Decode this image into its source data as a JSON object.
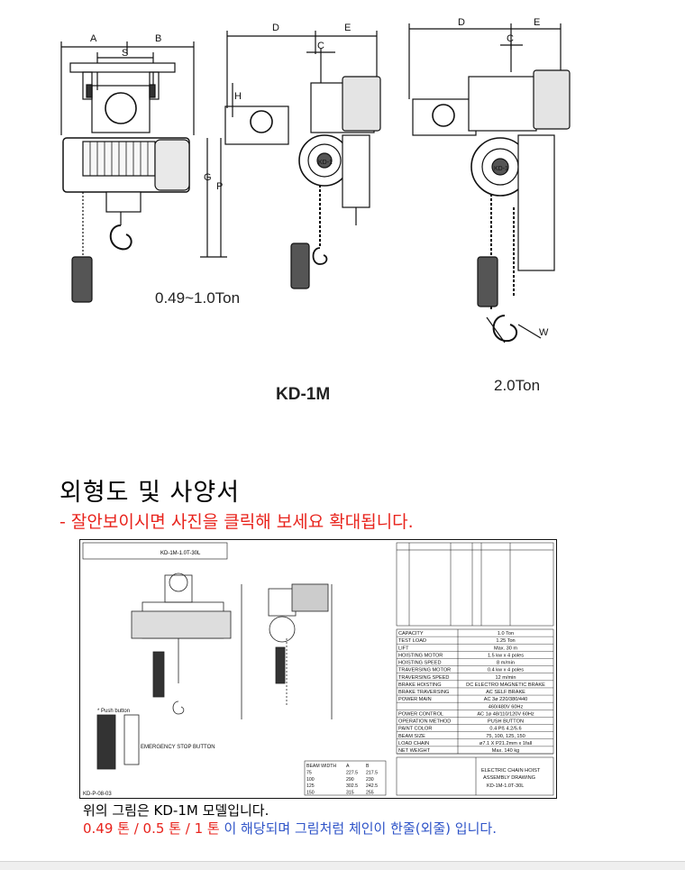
{
  "top_figure": {
    "dims": {
      "A": "A",
      "B": "B",
      "S": "S",
      "D": "D",
      "E": "E",
      "C": "C",
      "H": "H",
      "G": "G",
      "P": "P",
      "W": "W"
    },
    "range_label": "0.49~1.0Ton",
    "model_label": "KD-1M",
    "variant_label": "2.0Ton",
    "motor_plate": "KD-1"
  },
  "heading": "외형도 및 사양서",
  "subnote": "- 잘안보이시면 사진을 클릭해 보세요 확대됩니다.",
  "drawing": {
    "header_left": "KD-1M-1.0T-30L",
    "push_button": "* Push button",
    "emergency": "EMERGENCY STOP BUTTON",
    "footer_code": "KD-P-08-03",
    "specs": [
      {
        "k": "CAPACITY",
        "v": "1.0 Ton"
      },
      {
        "k": "TEST LOAD",
        "v": "1.25 Ton"
      },
      {
        "k": "LIFT",
        "v": "Max. 30 m"
      },
      {
        "k": "HOISTING MOTOR",
        "v": "1.5 kw x 4 poles"
      },
      {
        "k": "HOISTING SPEED",
        "v": "8 m/min"
      },
      {
        "k": "TRAVERSING MOTOR",
        "v": "0.4 kw x 4 poles"
      },
      {
        "k": "TRAVERSING SPEED",
        "v": "12 m/min"
      },
      {
        "k": "BRAKE HOISTING",
        "v": "DC ELECTRO MAGNETIC BRAKE"
      },
      {
        "k": "BRAKE TRAVERSING",
        "v": "AC SELF BRAKE"
      },
      {
        "k": "POWER MAIN",
        "v": "AC 3ø 220/380/440"
      },
      {
        "k": "",
        "v": "460/480V 60Hz"
      },
      {
        "k": "POWER CONTROL",
        "v": "AC 1ø 48/110/120V 60Hz"
      },
      {
        "k": "OPERATION METHOD",
        "v": "PUSH BUTTON"
      },
      {
        "k": "PAINT COLOR",
        "v": "0.4 Pß 4.2/5.6"
      },
      {
        "k": "BEAM SIZE",
        "v": "75, 100, 125, 150"
      },
      {
        "k": "LOAD CHAIN",
        "v": "ø7.1 X P21.2mm x 1fall"
      },
      {
        "k": "NET WEIGHT",
        "v": "Max. 140 kg"
      }
    ],
    "title_block": [
      "ELECTRIC CHAIN HOIST",
      "ASSEMBLY DRAWING",
      "KD-1M-1.0T-30L"
    ],
    "beam_table": {
      "headers": [
        "BEAM WIDTH",
        "A",
        "B"
      ],
      "rows": [
        [
          "75",
          "227.5",
          "217.5"
        ],
        [
          "100",
          "290",
          "230"
        ],
        [
          "125",
          "302.5",
          "242.5"
        ],
        [
          "150",
          "315",
          "255"
        ]
      ]
    }
  },
  "caption1": "위의 그림은 KD-1M 모델입니다.",
  "caption2": {
    "red": "0.49 톤  /  0.5 톤 / 1 톤",
    "blue": " 이 해당되며 그림처럼 체인이 한줄(외줄) 입니다."
  },
  "colors": {
    "red": "#e8231c",
    "blue": "#2f54c8"
  }
}
